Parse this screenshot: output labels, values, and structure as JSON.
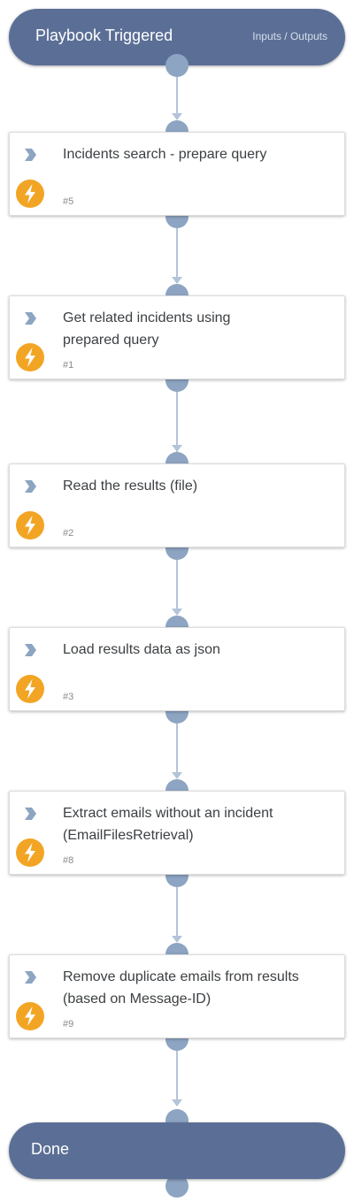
{
  "start": {
    "title": "Playbook Triggered",
    "io_label": "Inputs / Outputs"
  },
  "tasks": [
    {
      "name": "Incidents search - prepare query",
      "id": "#5"
    },
    {
      "name": "Get related incidents using prepared query",
      "id": "#1"
    },
    {
      "name": "Read the results (file)",
      "id": "#2"
    },
    {
      "name": "Load results data as json",
      "id": "#3"
    },
    {
      "name": "Extract emails without an incident (EmailFilesRetrieval)",
      "id": "#8"
    },
    {
      "name": "Remove duplicate emails from results (based on Message-ID)",
      "id": "#9"
    }
  ],
  "end": {
    "title": "Done"
  },
  "colors": {
    "pill": "#5b6f96",
    "port": "#8da4c2",
    "connector": "#b3c4d8",
    "bolt": "#f2a524",
    "chevron": "#8da4c2"
  },
  "icons": {
    "task_type": "chevron-right-icon",
    "automation": "lightning-bolt-icon"
  }
}
